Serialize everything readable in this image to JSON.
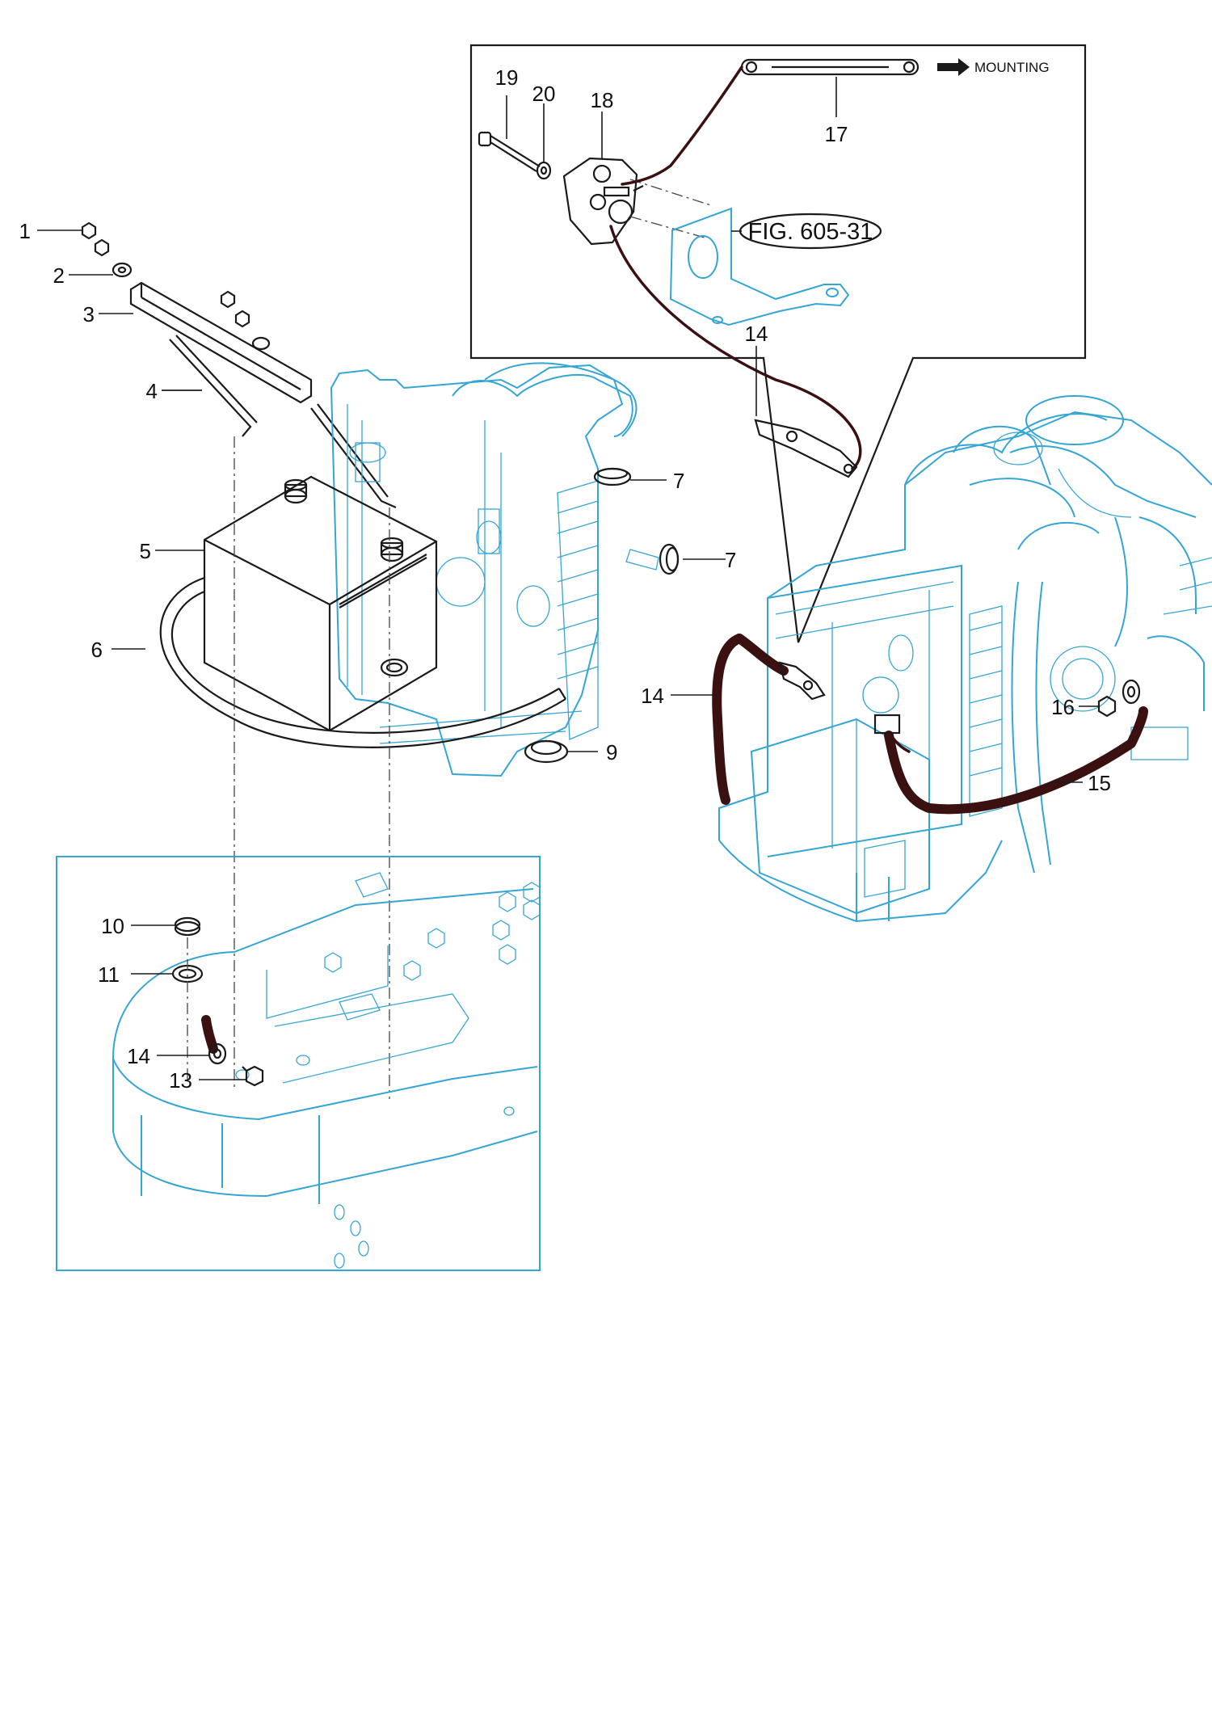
{
  "labels": {
    "c1": "1",
    "c2": "2",
    "c3": "3",
    "c4": "4",
    "c5": "5",
    "c6": "6",
    "c7a": "7",
    "c7b": "7",
    "c9": "9",
    "c10": "10",
    "c11": "11",
    "c13": "13",
    "c14_frame": "14",
    "c14_engine": "14",
    "c14_detail": "14",
    "c15": "15",
    "c16": "16",
    "c17": "17",
    "c18": "18",
    "c19": "19",
    "c20": "20",
    "mounting": "MOUNTING",
    "fig_ref": "FIG. 605-31"
  },
  "colors": {
    "outline_blue": "#35a5d4",
    "ink": "#1a1a1a",
    "cable": "#3a1010"
  }
}
